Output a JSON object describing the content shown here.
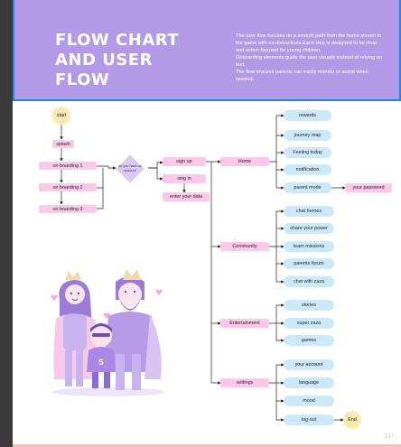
{
  "header": {
    "title_lines": [
      "FLOW CHART",
      "AND USER",
      "FLOW"
    ],
    "description": [
      "The user flow focuses on a smooth path from the home screen to the game with no distractions.Each step is designed to be clear and action-focused for young children.",
      "Onboarding elements guide the user visually instead of relying on text.",
      "The flow ensures parents can easily monitor or assist when needed."
    ]
  },
  "flow": {
    "start": "start",
    "splash": "splash",
    "onboarding": [
      "on boarding 1",
      "on boarding 2",
      "on boarding 3"
    ],
    "decision": "do you have an account",
    "sign_up": "sign up",
    "sign_in": "sing in",
    "enter_data": "enter your data",
    "sections": {
      "home": "Home",
      "community": "Community",
      "entertainment": "Entertainment",
      "settings": "settings"
    },
    "home_items": [
      "rewards",
      "journey map",
      "Feeling today",
      "notification",
      "parent mode"
    ],
    "parent_password": "your password",
    "community_items": [
      "chat heroes",
      "share your power",
      "team missions",
      "parents forum",
      "chat with zaza"
    ],
    "entertainment_items": [
      "stories",
      "super zaza",
      "games"
    ],
    "settings_items": [
      "your account",
      "language",
      "mood",
      "log out"
    ],
    "end": "End"
  },
  "page_number": "11/"
}
